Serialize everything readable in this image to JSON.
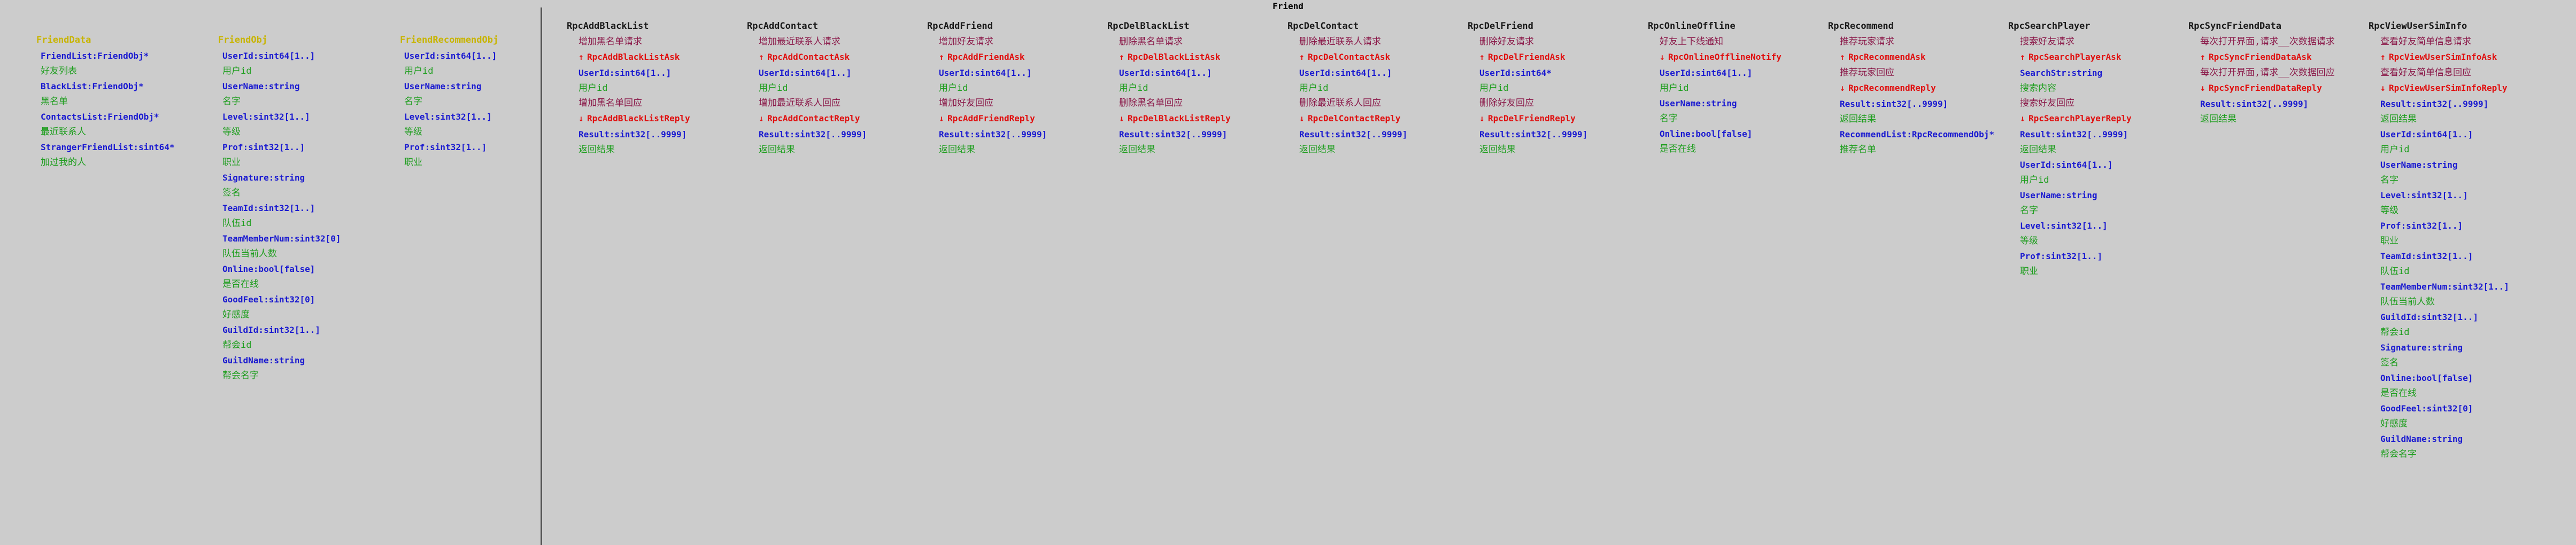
{
  "title": "Friend",
  "colors": {
    "background": "#cccccc",
    "title_yellow": "#c8b400",
    "title_dark": "#1a1a1a",
    "field_name": "#1a1ad0",
    "field_desc": "#1e9e1e",
    "section": "#e01010",
    "section_desc": "#8b1a4a",
    "divider": "#555555"
  },
  "left_columns": [
    {
      "title": "FriendData",
      "fields": [
        {
          "name": "FriendList:FriendObj*",
          "desc": "好友列表"
        },
        {
          "name": "BlackList:FriendObj*",
          "desc": "黑名单"
        },
        {
          "name": "ContactsList:FriendObj*",
          "desc": "最近联系人"
        },
        {
          "name": "StrangerFriendList:sint64*",
          "desc": "加过我的人"
        }
      ]
    },
    {
      "title": "FriendObj",
      "fields": [
        {
          "name": "UserId:sint64[1..]",
          "desc": "用户id"
        },
        {
          "name": "UserName:string",
          "desc": "名字"
        },
        {
          "name": "Level:sint32[1..]",
          "desc": "等级"
        },
        {
          "name": "Prof:sint32[1..]",
          "desc": "职业"
        },
        {
          "name": "Signature:string",
          "desc": "签名"
        },
        {
          "name": "TeamId:sint32[1..]",
          "desc": "队伍id"
        },
        {
          "name": "TeamMemberNum:sint32[0]",
          "desc": "队伍当前人数"
        },
        {
          "name": "Online:bool[false]",
          "desc": "是否在线"
        },
        {
          "name": "GoodFeel:sint32[0]",
          "desc": "好感度"
        },
        {
          "name": "GuildId:sint32[1..]",
          "desc": "帮会id"
        },
        {
          "name": "GuildName:string",
          "desc": "帮会名字"
        }
      ]
    },
    {
      "title": "FriendRecommendObj",
      "fields": [
        {
          "name": "UserId:sint64[1..]",
          "desc": "用户id"
        },
        {
          "name": "UserName:string",
          "desc": "名字"
        },
        {
          "name": "Level:sint32[1..]",
          "desc": "等级"
        },
        {
          "name": "Prof:sint32[1..]",
          "desc": "职业"
        }
      ]
    }
  ],
  "rpcs": [
    {
      "title": "RpcAddBlackList",
      "desc": "增加黑名单请求",
      "ask": {
        "name": "RpcAddBlackListAsk",
        "fields": [
          {
            "name": "UserId:sint64[1..]",
            "desc": "用户id"
          }
        ],
        "desc": "增加黑名单回应"
      },
      "reply": {
        "name": "RpcAddBlackListReply",
        "fields": [
          {
            "name": "Result:sint32[..9999]",
            "desc": "返回结果"
          }
        ]
      }
    },
    {
      "title": "RpcAddContact",
      "desc": "增加最近联系人请求",
      "ask": {
        "name": "RpcAddContactAsk",
        "fields": [
          {
            "name": "UserId:sint64[1..]",
            "desc": "用户id"
          }
        ],
        "desc": "增加最近联系人回应"
      },
      "reply": {
        "name": "RpcAddContactReply",
        "fields": [
          {
            "name": "Result:sint32[..9999]",
            "desc": "返回结果"
          }
        ]
      }
    },
    {
      "title": "RpcAddFriend",
      "desc": "增加好友请求",
      "ask": {
        "name": "RpcAddFriendAsk",
        "fields": [
          {
            "name": "UserId:sint64[1..]",
            "desc": "用户id"
          }
        ],
        "desc": "增加好友回应"
      },
      "reply": {
        "name": "RpcAddFriendReply",
        "fields": [
          {
            "name": "Result:sint32[..9999]",
            "desc": "返回结果"
          }
        ]
      }
    },
    {
      "title": "RpcDelBlackList",
      "desc": "删除黑名单请求",
      "ask": {
        "name": "RpcDelBlackListAsk",
        "fields": [
          {
            "name": "UserId:sint64[1..]",
            "desc": "用户id"
          }
        ],
        "desc": "删除黑名单回应"
      },
      "reply": {
        "name": "RpcDelBlackListReply",
        "fields": [
          {
            "name": "Result:sint32[..9999]",
            "desc": "返回结果"
          }
        ]
      }
    },
    {
      "title": "RpcDelContact",
      "desc": "删除最近联系人请求",
      "ask": {
        "name": "RpcDelContactAsk",
        "fields": [
          {
            "name": "UserId:sint64[1..]",
            "desc": "用户id"
          }
        ],
        "desc": "删除最近联系人回应"
      },
      "reply": {
        "name": "RpcDelContactReply",
        "fields": [
          {
            "name": "Result:sint32[..9999]",
            "desc": "返回结果"
          }
        ]
      }
    },
    {
      "title": "RpcDelFriend",
      "desc": "删除好友请求",
      "ask": {
        "name": "RpcDelFriendAsk",
        "fields": [
          {
            "name": "UserId:sint64*",
            "desc": "用户id"
          }
        ],
        "desc": "删除好友回应"
      },
      "reply": {
        "name": "RpcDelFriendReply",
        "fields": [
          {
            "name": "Result:sint32[..9999]",
            "desc": "返回结果"
          }
        ]
      }
    },
    {
      "title": "RpcOnlineOffline",
      "desc": "好友上下线通知",
      "ask": null,
      "reply": {
        "name": "RpcOnlineOfflineNotify",
        "fields": [
          {
            "name": "UserId:sint64[1..]",
            "desc": "用户id"
          },
          {
            "name": "UserName:string",
            "desc": "名字"
          },
          {
            "name": "Online:bool[false]",
            "desc": "是否在线"
          }
        ]
      }
    },
    {
      "title": "RpcRecommend",
      "desc": "推荐玩家请求",
      "ask": {
        "name": "RpcRecommendAsk",
        "fields": [],
        "desc": "推荐玩家回应"
      },
      "reply": {
        "name": "RpcRecommendReply",
        "fields": [
          {
            "name": "Result:sint32[..9999]",
            "desc": "返回结果"
          },
          {
            "name": "RecommendList:RpcRecommendObj*",
            "desc": "推荐名单"
          }
        ]
      }
    },
    {
      "title": "RpcSearchPlayer",
      "desc": "搜索好友请求",
      "ask": {
        "name": "RpcSearchPlayerAsk",
        "fields": [
          {
            "name": "SearchStr:string",
            "desc": "搜索内容"
          }
        ],
        "desc": "搜索好友回应"
      },
      "reply": {
        "name": "RpcSearchPlayerReply",
        "fields": [
          {
            "name": "Result:sint32[..9999]",
            "desc": "返回结果"
          },
          {
            "name": "UserId:sint64[1..]",
            "desc": "用户id"
          },
          {
            "name": "UserName:string",
            "desc": "名字"
          },
          {
            "name": "Level:sint32[1..]",
            "desc": "等级"
          },
          {
            "name": "Prof:sint32[1..]",
            "desc": "职业"
          }
        ]
      }
    },
    {
      "title": "RpcSyncFriendData",
      "desc": "每次打开界面,请求__次数据请求",
      "ask": {
        "name": "RpcSyncFriendDataAsk",
        "fields": [],
        "desc": "每次打开界面,请求__次数据回应"
      },
      "reply": {
        "name": "RpcSyncFriendDataReply",
        "fields": [
          {
            "name": "Result:sint32[..9999]",
            "desc": "返回结果"
          }
        ]
      }
    },
    {
      "title": "RpcViewUserSimInfo",
      "desc": "查看好友简单信息请求",
      "ask": {
        "name": "RpcViewUserSimInfoAsk",
        "fields": [],
        "desc": "查看好友简单信息回应"
      },
      "reply": {
        "name": "RpcViewUserSimInfoReply",
        "fields": [
          {
            "name": "Result:sint32[..9999]",
            "desc": "返回结果"
          },
          {
            "name": "UserId:sint64[1..]",
            "desc": "用户id"
          },
          {
            "name": "UserName:string",
            "desc": "名字"
          },
          {
            "name": "Level:sint32[1..]",
            "desc": "等级"
          },
          {
            "name": "Prof:sint32[1..]",
            "desc": "职业"
          },
          {
            "name": "TeamId:sint32[1..]",
            "desc": "队伍id"
          },
          {
            "name": "TeamMemberNum:sint32[1..]",
            "desc": "队伍当前人数"
          },
          {
            "name": "GuildId:sint32[1..]",
            "desc": "帮会id"
          },
          {
            "name": "Signature:string",
            "desc": "签名"
          },
          {
            "name": "Online:bool[false]",
            "desc": "是否在线"
          },
          {
            "name": "GoodFeel:sint32[0]",
            "desc": "好感度"
          },
          {
            "name": "GuildName:string",
            "desc": "帮会名字"
          }
        ]
      }
    }
  ]
}
